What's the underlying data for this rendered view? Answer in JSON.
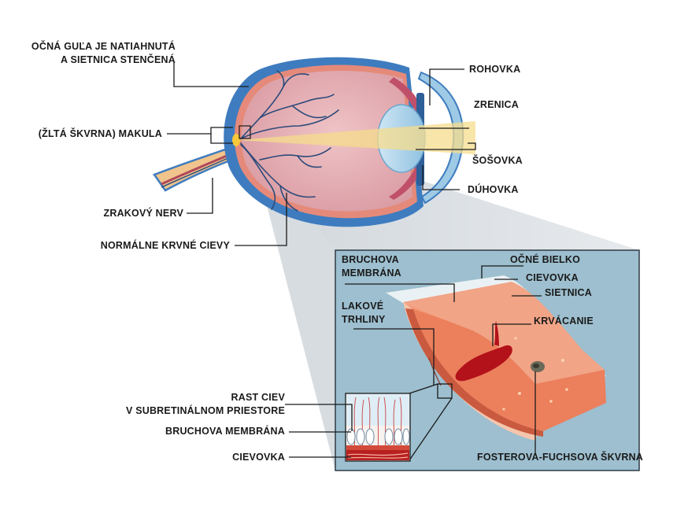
{
  "labels": {
    "eyeball": [
      "OČNÁ GUĽA JE NATIAHNUTÁ",
      "A SIETNICA STENČENÁ"
    ],
    "macula": "(ŽLTÁ ŠKVRNA) MAKULA",
    "optic_nerve": "ZRAKOVÝ NERV",
    "blood_vessels": "NORMÁLNE KRVNÉ CIEVY",
    "cornea": "ROHOVKA",
    "pupil": "ZRENICA",
    "lens": "ŠOŠOVKA",
    "iris": "DÚHOVKA",
    "bruch_membrane": [
      "BRUCHOVA",
      "MEMBRÁNA"
    ],
    "sclera": "OČNÉ BIELKO",
    "choroid": "CIEVOVKA",
    "retina": "SIETNICA",
    "lacquer_cracks": [
      "LAKOVÉ",
      "TRHLINY"
    ],
    "hemorrhage": "KRVÁCANIE",
    "subretinal_vessels": [
      "RAST CIEV",
      "V SUBRETINÁLNOM PRIESTORE"
    ],
    "inset_bruch": "BRUCHOVA MEMBRÁNA",
    "inset_choroid": "CIEVOVKA",
    "fuchs_spot": "FOSTEROVA-FUCHSOVA ŠKVRNA"
  },
  "colors": {
    "sclera_outline": "#3e7cbf",
    "eye_interior": "#e6b4b8",
    "vessel": "#2c4a7a",
    "light_beam": "#f6dc8c",
    "panel_bg": "#9dbfcf",
    "retina_layer": "#ef8a6a",
    "hemorrhage": "#b3121a"
  }
}
